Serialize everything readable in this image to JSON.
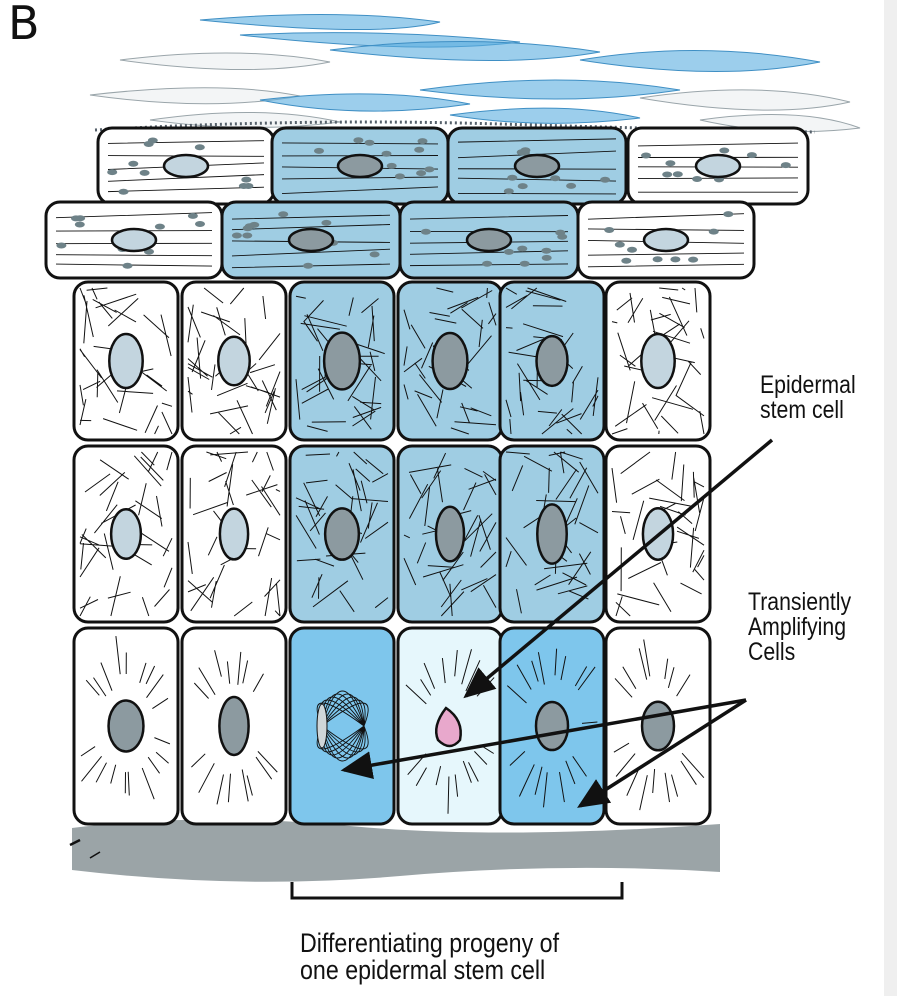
{
  "panel_label": "B",
  "labels": {
    "stem_cell": [
      "Epidermal",
      "stem cell"
    ],
    "ta_cells": [
      "Transiently",
      "Amplifying",
      "Cells"
    ],
    "caption": [
      "Differentiating progeny of",
      "one epidermal stem cell"
    ]
  },
  "colors": {
    "outline": "#111111",
    "clone_blue": "#9fcde3",
    "clone_blue_bright": "#7ec6ec",
    "clone_blue_deep": "#5aaee0",
    "stem_cell_glow": "#e6f7fc",
    "stem_nucleus": "#e8a8cc",
    "nucleus_gray": "#8c9aa0",
    "nucleus_light": "#c3d5df",
    "basement": "#8a9498",
    "white_cell": "#ffffff",
    "flake_white": "#e8ecee",
    "right_strip": "#efefef"
  }
}
